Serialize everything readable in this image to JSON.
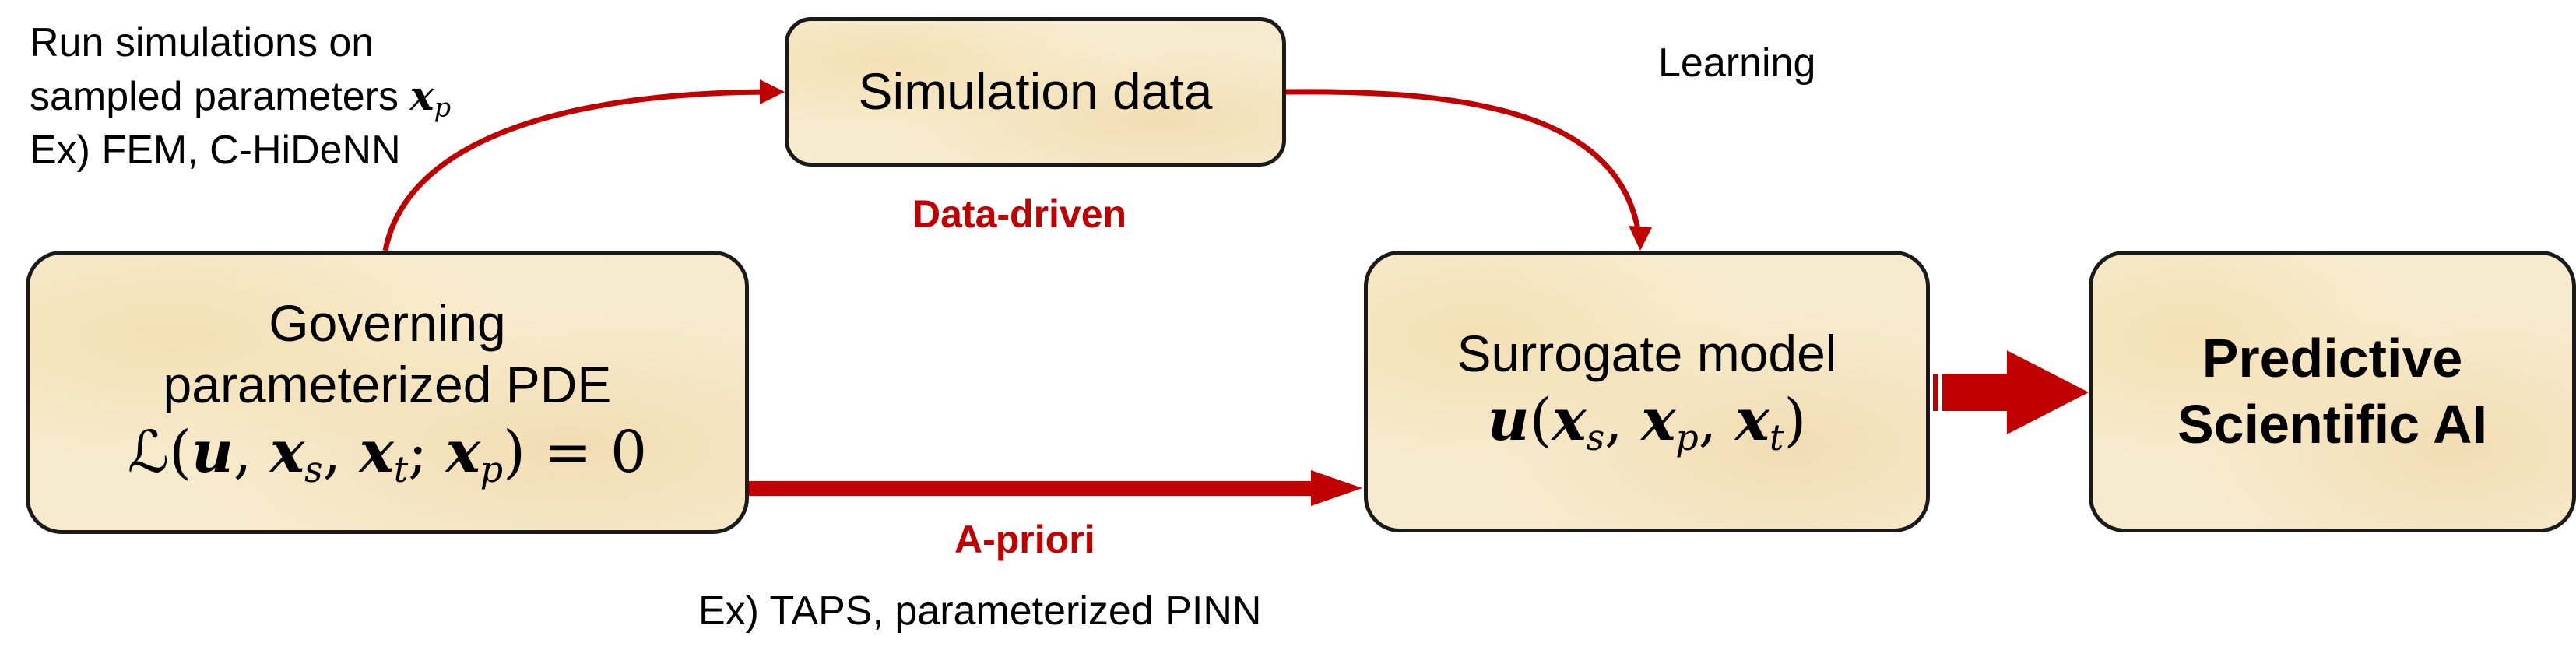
{
  "colors": {
    "arrow": "#c00000",
    "box_fill": "#f7ebcd",
    "box_border": "#1a1a1a",
    "label_red": "#c00000"
  },
  "boxes": {
    "pde": {
      "line1": "Governing",
      "line2": "parameterized PDE",
      "equation": "ℒ(u, xs, xt; xp) = 0"
    },
    "simulation": {
      "label": "Simulation data"
    },
    "surrogate": {
      "line1": "Surrogate model",
      "equation": "u(xs, xp, xt)"
    },
    "predictive": {
      "line1": "Predictive",
      "line2": "Scientific AI"
    }
  },
  "annotations": {
    "simulate_line1": "Run simulations on",
    "simulate_line2": "sampled parameters",
    "simulate_var": "xp",
    "simulate_line3": "Ex) FEM, C-HiDeNN",
    "learning": "Learning",
    "data_driven": "Data-driven",
    "a_priori": "A-priori",
    "a_priori_examples": "Ex) TAPS, parameterized PINN"
  }
}
